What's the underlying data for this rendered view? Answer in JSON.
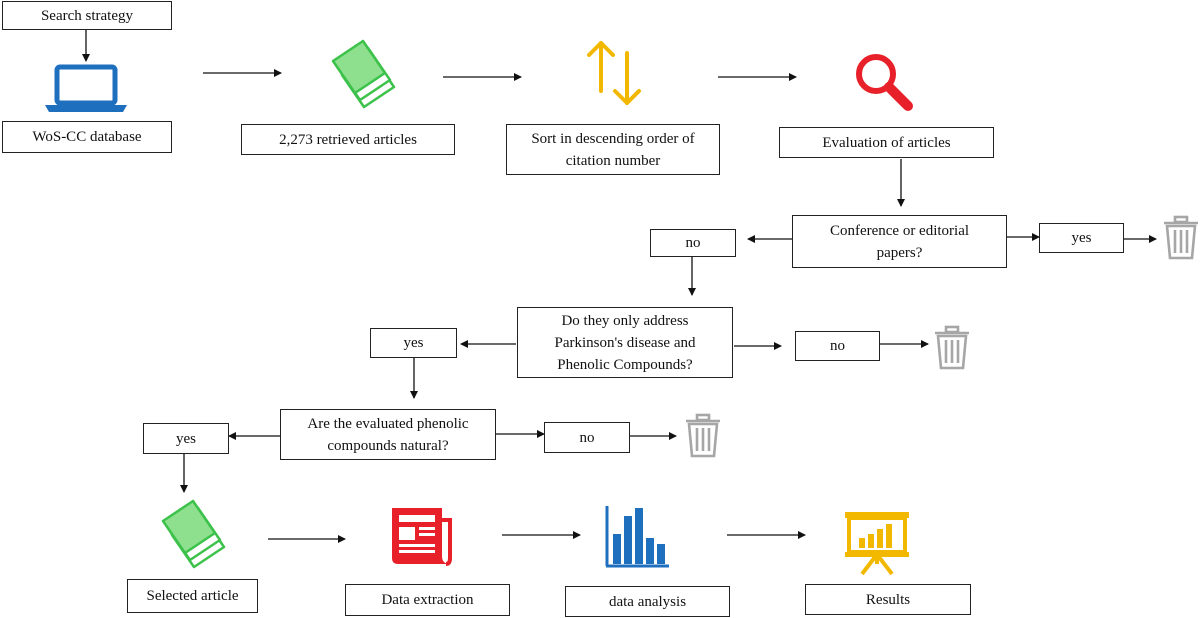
{
  "boxes": {
    "search_strategy": "Search strategy",
    "wos_database": "WoS-CC database",
    "retrieved": "2,273 retrieved  articles",
    "sort": "Sort in descending  order of\ncitation number",
    "evaluation": "Evaluation  of articles",
    "conference_question": "Conference  or editorial\npapers?",
    "conf_no": "no",
    "conf_yes": "yes",
    "parkinson_question": "Do they only address\nParkinson's disease and\nPhenolic  Compounds?",
    "park_yes": "yes",
    "park_no": "no",
    "natural_question": "Are the evaluated  phenolic\ncompounds  natural?",
    "nat_yes": "yes",
    "nat_no": "no",
    "selected": "Selected article",
    "extraction": "Data extraction",
    "analysis": "data analysis",
    "results": "Results"
  },
  "icons": {
    "laptop": "laptop-icon",
    "papers_top": "paper-stack-icon",
    "sort": "sort-arrows-icon",
    "search": "magnifier-icon",
    "trash": "trash-can-icon",
    "papers_bottom": "paper-stack-icon",
    "newspaper": "newspaper-icon",
    "bar_chart": "bar-chart-icon",
    "presentation": "presentation-board-icon"
  },
  "colors": {
    "laptop": "#1f6fbf",
    "papers": "#3cc24a",
    "sort": "#f2b800",
    "search": "#e8202a",
    "trash": "#a6a6a6",
    "newspaper": "#e8202a",
    "chart": "#1f6fbf",
    "presentation": "#f2b800"
  }
}
